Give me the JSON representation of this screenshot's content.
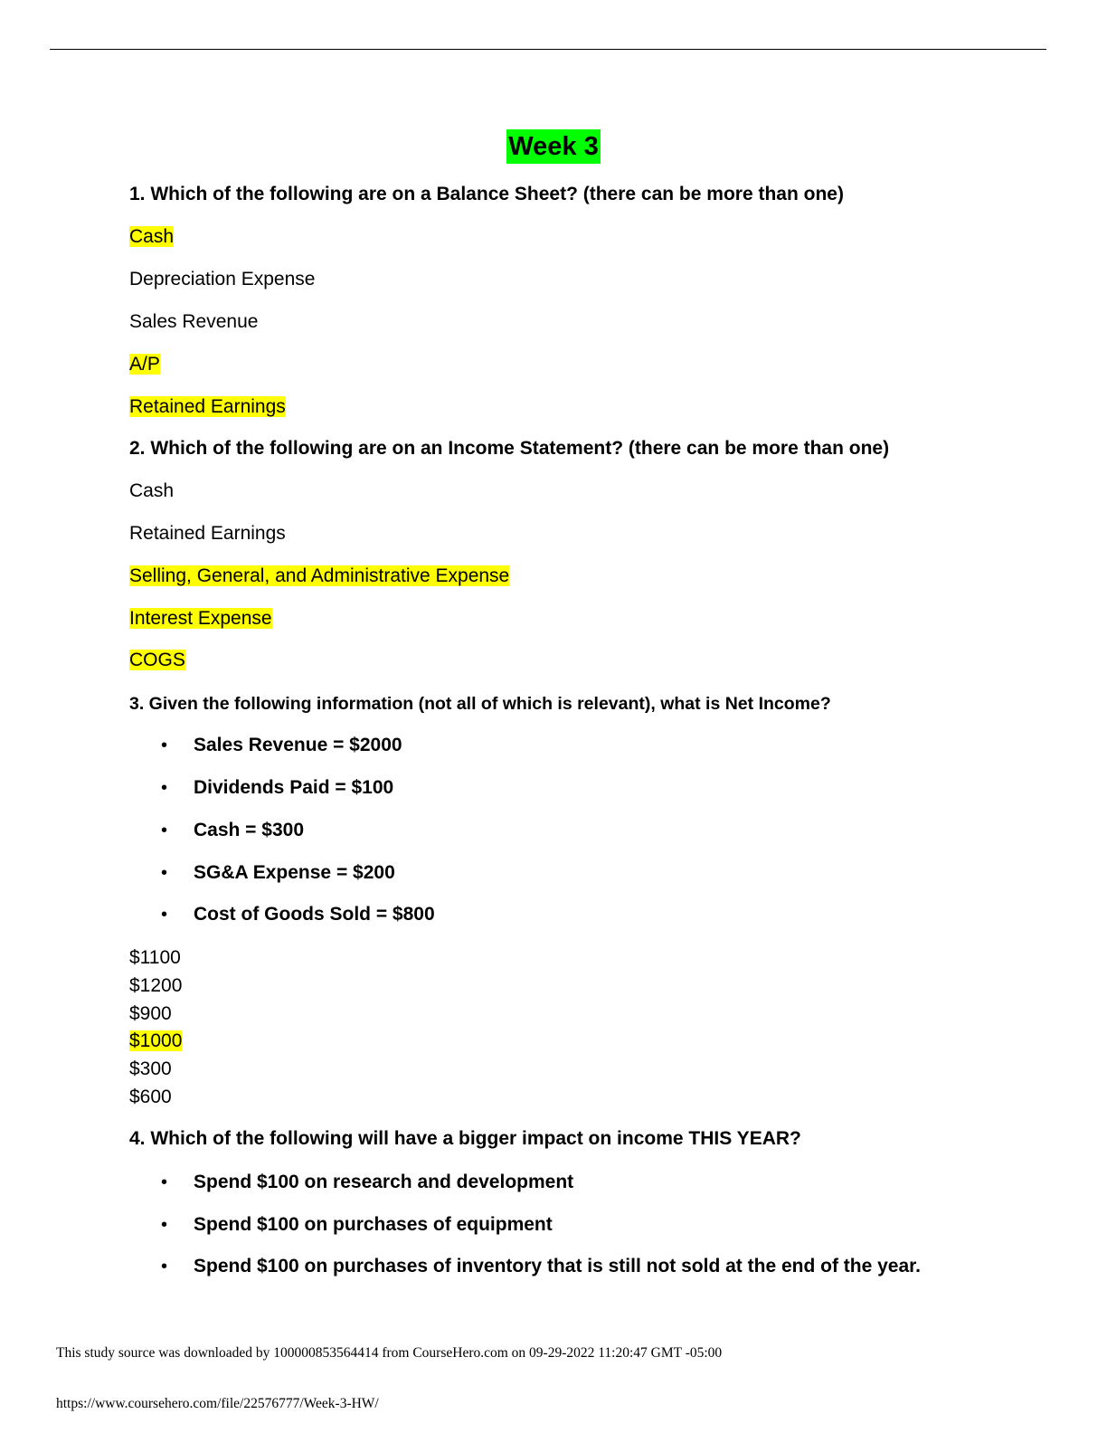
{
  "title": "Week 3",
  "q1": {
    "question": "1. Which of the following are on a Balance Sheet? (there can be more than one)",
    "options": [
      {
        "text": "Cash",
        "highlighted": true
      },
      {
        "text": "Depreciation Expense",
        "highlighted": false
      },
      {
        "text": "Sales Revenue",
        "highlighted": false
      },
      {
        "text": "A/P",
        "highlighted": true
      },
      {
        "text": "Retained Earnings",
        "highlighted": true
      }
    ]
  },
  "q2": {
    "question": "2. Which of the following are on an Income Statement? (there can be more than one)",
    "options": [
      {
        "text": "Cash",
        "highlighted": false
      },
      {
        "text": "Retained Earnings",
        "highlighted": false
      },
      {
        "text": "Selling, General, and Administrative Expense",
        "highlighted": true
      },
      {
        "text": "Interest Expense",
        "highlighted": true
      },
      {
        "text": "COGS",
        "highlighted": true
      }
    ]
  },
  "q3": {
    "question": "3. Given the following information (not all of which is relevant), what is Net Income?",
    "bullets": [
      "Sales Revenue = $2000",
      "Dividends Paid = $100",
      "Cash = $300",
      "SG&A Expense = $200",
      "Cost of Goods Sold = $800"
    ],
    "options": [
      {
        "text": "$1100",
        "highlighted": false
      },
      {
        "text": "$1200",
        "highlighted": false
      },
      {
        "text": "$900",
        "highlighted": false
      },
      {
        "text": "$1000",
        "highlighted": true
      },
      {
        "text": "$300",
        "highlighted": false
      },
      {
        "text": "$600",
        "highlighted": false
      }
    ]
  },
  "q4": {
    "question": "4. Which of the following will have a bigger impact on income THIS YEAR?",
    "bullets": [
      "Spend $100 on research and development",
      "Spend $100 on purchases of equipment",
      "Spend $100 on purchases of inventory that is still not sold at the end of the year."
    ]
  },
  "footer": {
    "source": "This study source was downloaded by 100000853564414 from CourseHero.com on 09-29-2022 11:20:47 GMT -05:00",
    "url": "https://www.coursehero.com/file/22576777/Week-3-HW/"
  },
  "colors": {
    "title_highlight": "#00ff00",
    "answer_highlight": "#ffff00"
  }
}
